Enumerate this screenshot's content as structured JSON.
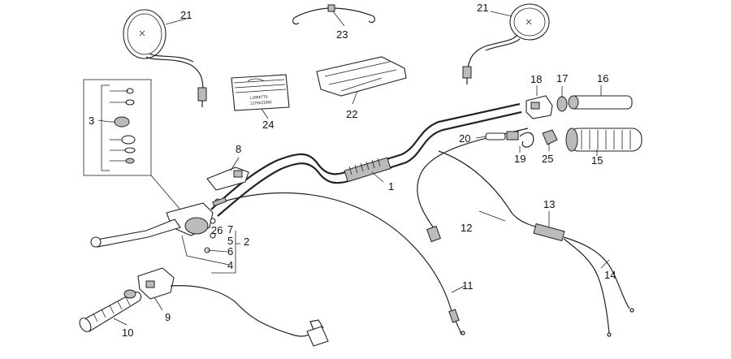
{
  "callouts": {
    "c1": "1",
    "c2": "2",
    "c3": "3",
    "c4": "4",
    "c5": "5",
    "c6": "6",
    "c7": "7",
    "c8": "8",
    "c9": "9",
    "c10": "10",
    "c11": "11",
    "c12": "12",
    "c13": "13",
    "c14": "14",
    "c15": "15",
    "c16": "16",
    "c17": "17",
    "c18": "18",
    "c19": "19",
    "c20": "20",
    "c21_left": "21",
    "c21_right": "21",
    "c22": "22",
    "c23": "23",
    "c24": "24",
    "c25": "25",
    "c26": "26"
  },
  "booklet": {
    "line1": "LIBRETTO",
    "line2": "ISTRUZIONI"
  }
}
